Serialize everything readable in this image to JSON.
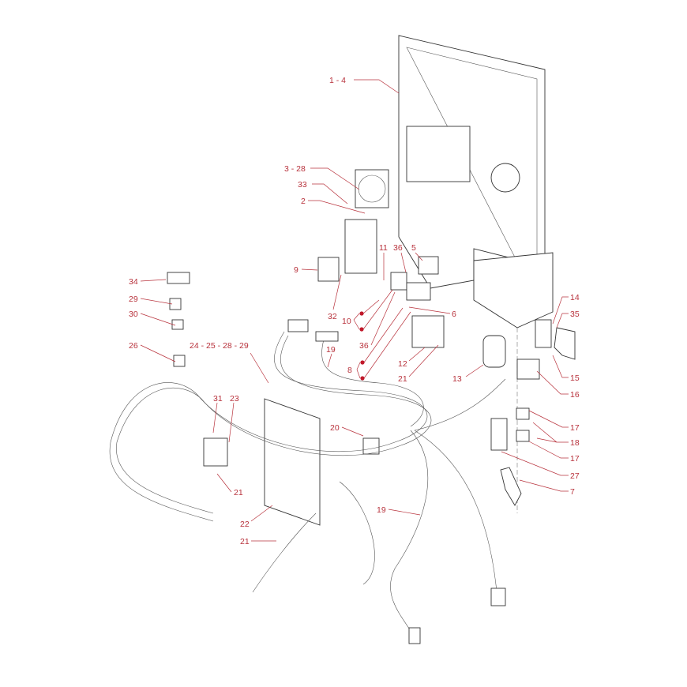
{
  "diagram": {
    "accent_color": "#b8323c",
    "callouts": [
      "1 - 4",
      "3 - 28",
      "33",
      "2",
      "9",
      "34",
      "29",
      "30",
      "26",
      "24 - 25 - 28 - 29",
      "11",
      "36",
      "5",
      "32",
      "10",
      "6",
      "36",
      "8",
      "19",
      "12",
      "21",
      "13",
      "14",
      "35",
      "15",
      "16",
      "31",
      "23",
      "20",
      "17",
      "18",
      "17",
      "27",
      "7",
      "21",
      "22",
      "19",
      "21"
    ]
  }
}
